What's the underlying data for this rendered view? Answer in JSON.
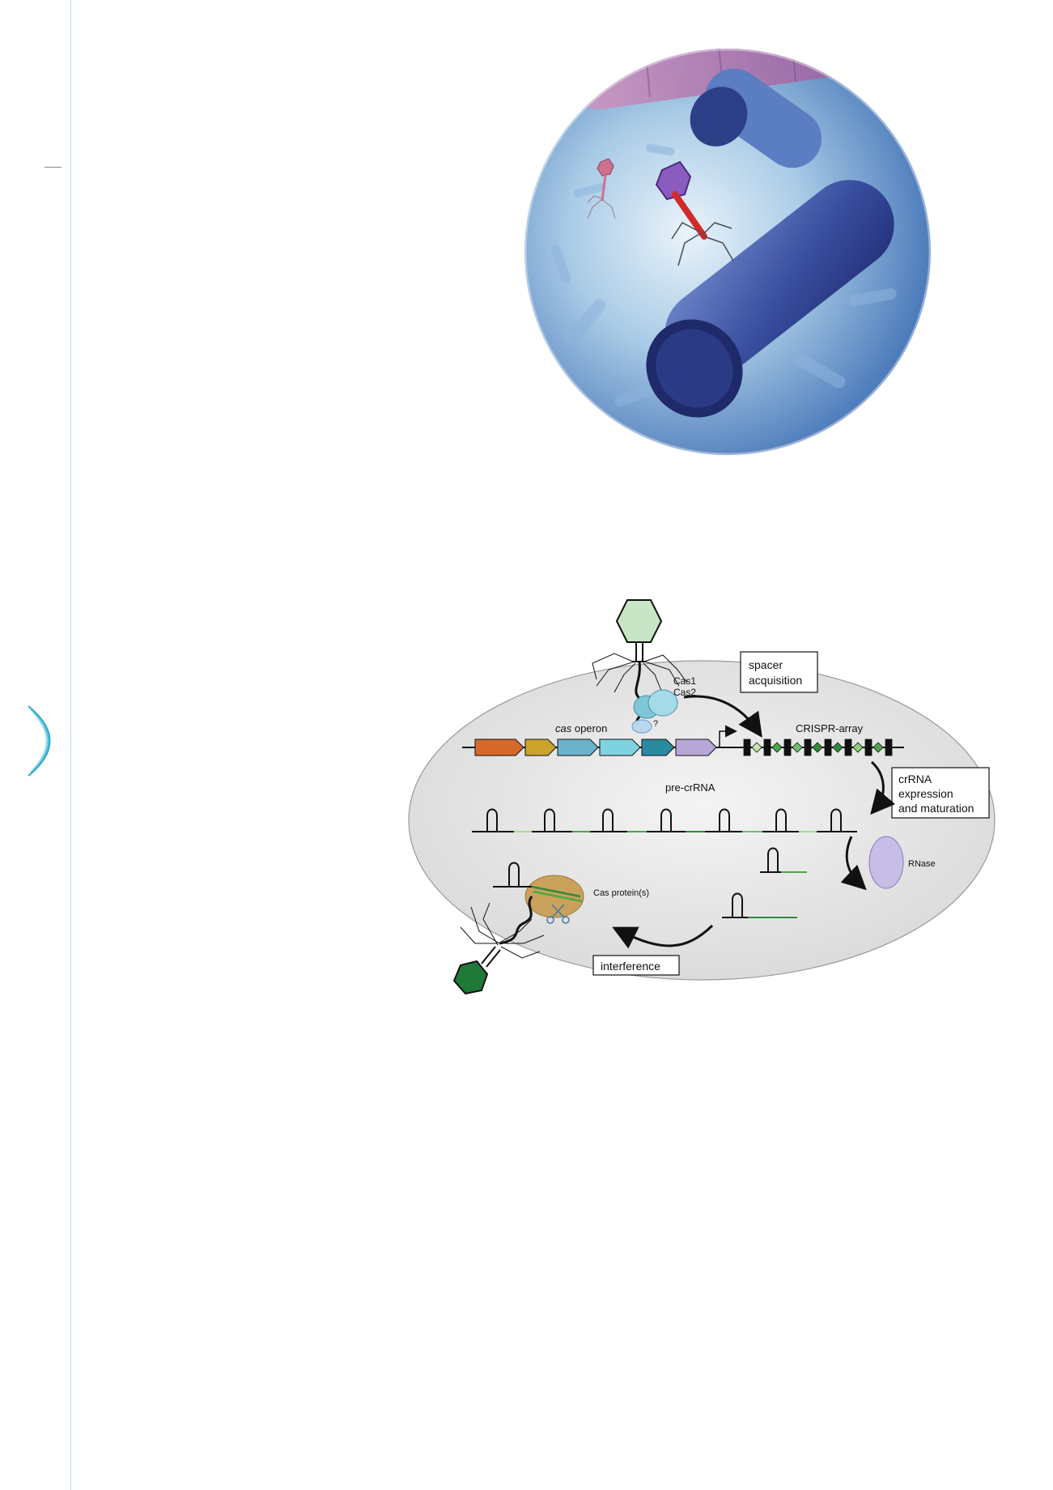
{
  "colors": {
    "accent": "#2aa9c9",
    "cell": "#e6e6e6",
    "phage_top": "#c8e6c5",
    "phage_bottom": "#1f7a3a",
    "cas_genes": [
      "#d4692a",
      "#c9a32a",
      "#6ab3cb",
      "#7fd3e0",
      "#2a8aa0",
      "#b7a6d8"
    ],
    "spacer_light": "#a9dc8f",
    "spacer_dark": "#2f8a3c",
    "repeat": "#111111",
    "rnase": "#c7bde6",
    "cas_protein": "#c9a15a"
  },
  "photo": {
    "subject": "bacteriophages attacking rod-shaped bacteria illustration"
  },
  "diagram": {
    "labels": {
      "cas1": "Cas1",
      "cas2": "Cas2",
      "question": "?",
      "cas_italic": "cas",
      "operon": " operon",
      "crispr_array": "CRISPR-array",
      "pre_crrna": "pre-crRNA",
      "rnase": "RNase",
      "cas_proteins": "Cas protein(s)"
    },
    "boxes": {
      "spacer_line1": "spacer",
      "spacer_line2": "acquisition",
      "crrna_line1": "crRNA",
      "crrna_line2": "expression",
      "crrna_line3": "and maturation",
      "interference": "interference"
    }
  }
}
